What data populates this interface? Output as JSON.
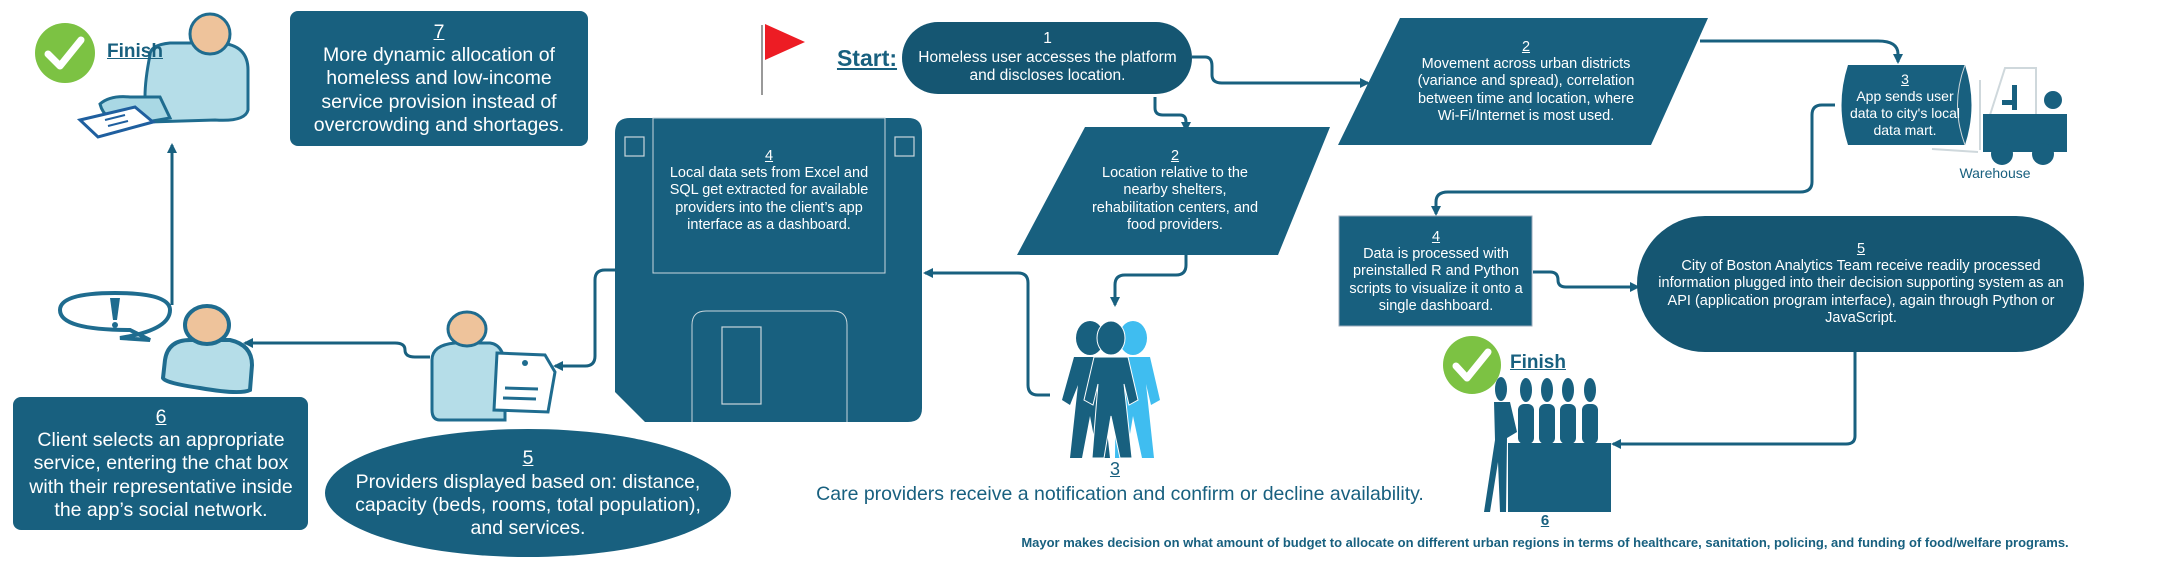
{
  "colors": {
    "primary": "#18607f",
    "dark": "#155672",
    "light_blue": "#3fbdf0",
    "person_body": "#b5dde8",
    "person_head": "#eec39b",
    "check_green": "#7cc243",
    "flag_red": "#ed1c24"
  },
  "start": {
    "label": "Start:",
    "icon": "flag-icon"
  },
  "top_flow": {
    "step1": {
      "num": "1",
      "text": "Homeless user accesses the platform and discloses location."
    },
    "step2_location": {
      "num": "2",
      "text": "Location relative to the nearby shelters, rehabilitation centers, and food providers."
    },
    "step3_providers": {
      "num": "3",
      "text": "Care providers receive a notification and confirm or decline availability.",
      "icon": "group-of-people-icon"
    },
    "step4_local_data": {
      "num": "4",
      "text": "Local data sets from Excel and SQL get extracted for available providers into the client’s app interface as a dashboard.",
      "icon": "floppy-disk-icon"
    },
    "step5_display": {
      "num": "5",
      "text": "Providers displayed based on: distance, capacity (beds, rooms, total population), and services.",
      "icon": "person-with-tag-icon"
    },
    "step6_client": {
      "num": "6",
      "text": "Client selects an appropriate service, entering the chat box with their representative inside the app’s social network.",
      "icon": "person-with-speech-bubble-icon"
    },
    "step7_result": {
      "num": "7",
      "text": "More dynamic allocation of homeless and low-income service provision instead of overcrowding and shortages."
    },
    "finish": {
      "label": "Finish",
      "icon": "checkmark-icon"
    }
  },
  "city_flow": {
    "step2_movement": {
      "num": "2",
      "text": "Movement across urban districts (variance and spread), correlation between time and location, where Wi-Fi/Internet is most used."
    },
    "step3_warehouse": {
      "num": "3",
      "text": "App sends user data to city's local data mart.",
      "caption": "Warehouse",
      "icon": "forklift-icon"
    },
    "step4_processing": {
      "num": "4",
      "text": "Data is processed with preinstalled R and Python scripts to visualize it onto a single dashboard."
    },
    "step5_analytics": {
      "num": "5",
      "text": "City of Boston Analytics Team receive readily processed information plugged into their decision supporting system as an API (application program interface), again through Python or JavaScript."
    },
    "step6_mayor": {
      "num": "6",
      "text": "Mayor makes decision on what amount of budget to allocate on different urban regions in terms of healthcare, sanitation, policing, and funding of food/welfare programs.",
      "icon": "presenter-at-podium-icon"
    },
    "finish": {
      "label": "Finish",
      "icon": "checkmark-icon"
    }
  }
}
